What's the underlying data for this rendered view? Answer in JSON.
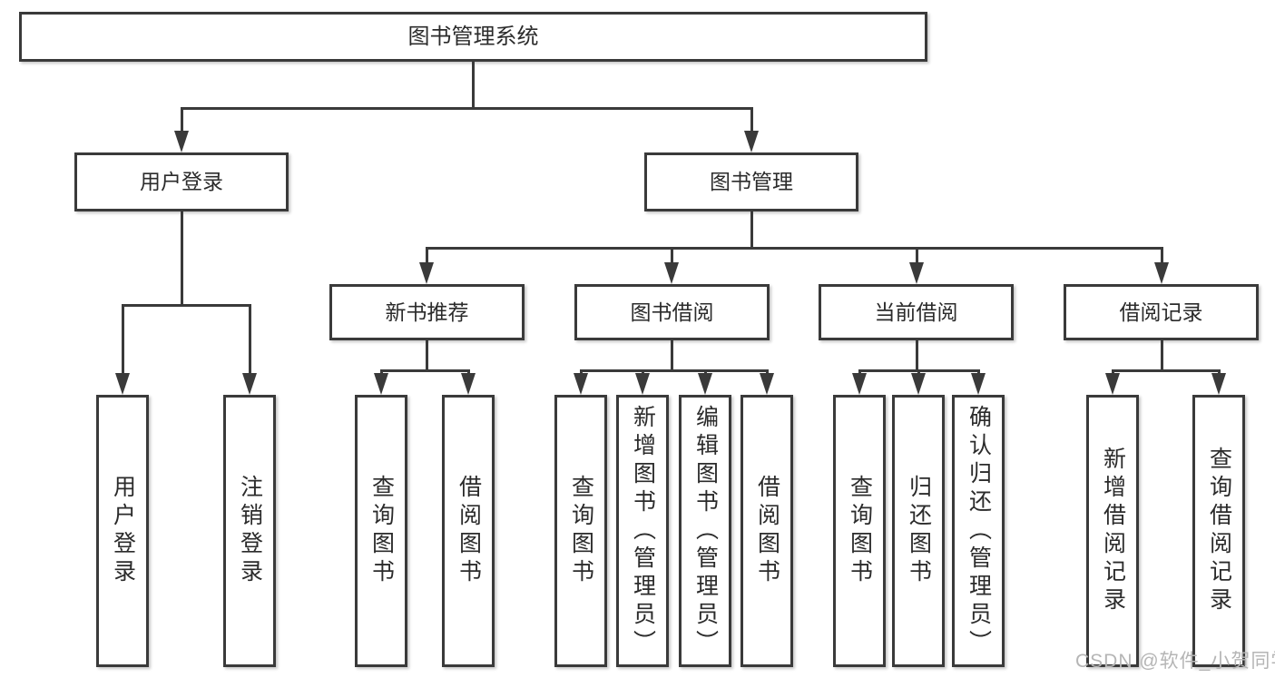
{
  "tree": {
    "root": {
      "label": "图书管理系统"
    },
    "branches": [
      {
        "label": "用户登录",
        "children": [
          {
            "label": "用户登录"
          },
          {
            "label": "注销登录"
          }
        ]
      },
      {
        "label": "图书管理",
        "children": [
          {
            "label": "新书推荐",
            "children": [
              {
                "label": "查询图书"
              },
              {
                "label": "借阅图书"
              }
            ]
          },
          {
            "label": "图书借阅",
            "children": [
              {
                "label": "查询图书"
              },
              {
                "label": "新增图书（管理员）"
              },
              {
                "label": "编辑图书（管理员）"
              },
              {
                "label": "借阅图书"
              }
            ]
          },
          {
            "label": "当前借阅",
            "children": [
              {
                "label": "查询图书"
              },
              {
                "label": "归还图书"
              },
              {
                "label": "确认归还（管理员）"
              }
            ]
          },
          {
            "label": "借阅记录",
            "children": [
              {
                "label": "新增借阅记录"
              },
              {
                "label": "查询借阅记录"
              }
            ]
          }
        ]
      }
    ]
  },
  "watermark": {
    "text": "CSDN @软件_小贺同学"
  },
  "colors": {
    "line": "#3a3a3a",
    "text": "#2b2b2b",
    "watermark": "#b5b5b5",
    "background": "#ffffff"
  }
}
